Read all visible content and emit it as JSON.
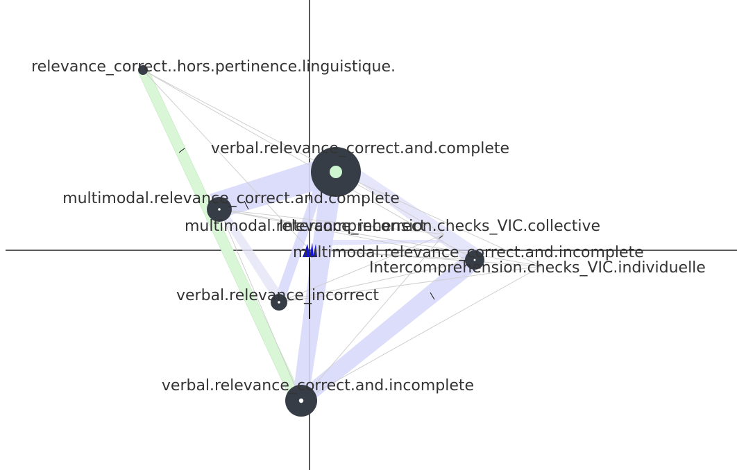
{
  "colors": {
    "background": "#ffffff",
    "axis": "#222222",
    "node": "#373d47",
    "node_center": "#ffffff",
    "highlight_center": "#cdf5d0",
    "label": "#333333",
    "edge_line": "#cfcfcf",
    "edge_fill_blue": "#d8d9fb",
    "edge_fill_green": "#d9f7d6",
    "marker": "#1515d6"
  },
  "nodes": [
    {
      "id": "n1",
      "label": "relevance_correct..hors.pertinence.linguistique."
    },
    {
      "id": "n2",
      "label": "verbal.relevance_correct.and.complete"
    },
    {
      "id": "n3",
      "label": "multimodal.relevance_correct.and.complete"
    },
    {
      "id": "n4",
      "label": "multimodal.relevance_incorrect"
    },
    {
      "id": "n5",
      "label": "Intercomprehension.checks_VIC.collective"
    },
    {
      "id": "n6",
      "label": "multimodal.relevance_correct.and.incomplete"
    },
    {
      "id": "n7",
      "label": "Intercomprehension.checks_VIC.individuelle"
    },
    {
      "id": "n8",
      "label": "verbal.relevance_incorrect"
    },
    {
      "id": "n9",
      "label": "verbal.relevance_correct.and.incomplete"
    }
  ]
}
